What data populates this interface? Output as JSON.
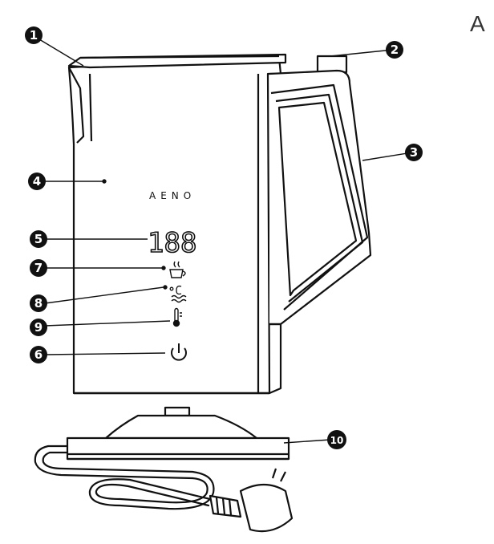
{
  "figure_letter": "A",
  "brand": "AENO",
  "display_text": "188",
  "icons": {
    "cup": "cup-icon",
    "temperature": "celsius-icon",
    "keep_warm": "thermometer-icon",
    "power": "power-icon"
  },
  "callouts": [
    "1",
    "2",
    "3",
    "4",
    "5",
    "6",
    "7",
    "8",
    "9",
    "10"
  ]
}
